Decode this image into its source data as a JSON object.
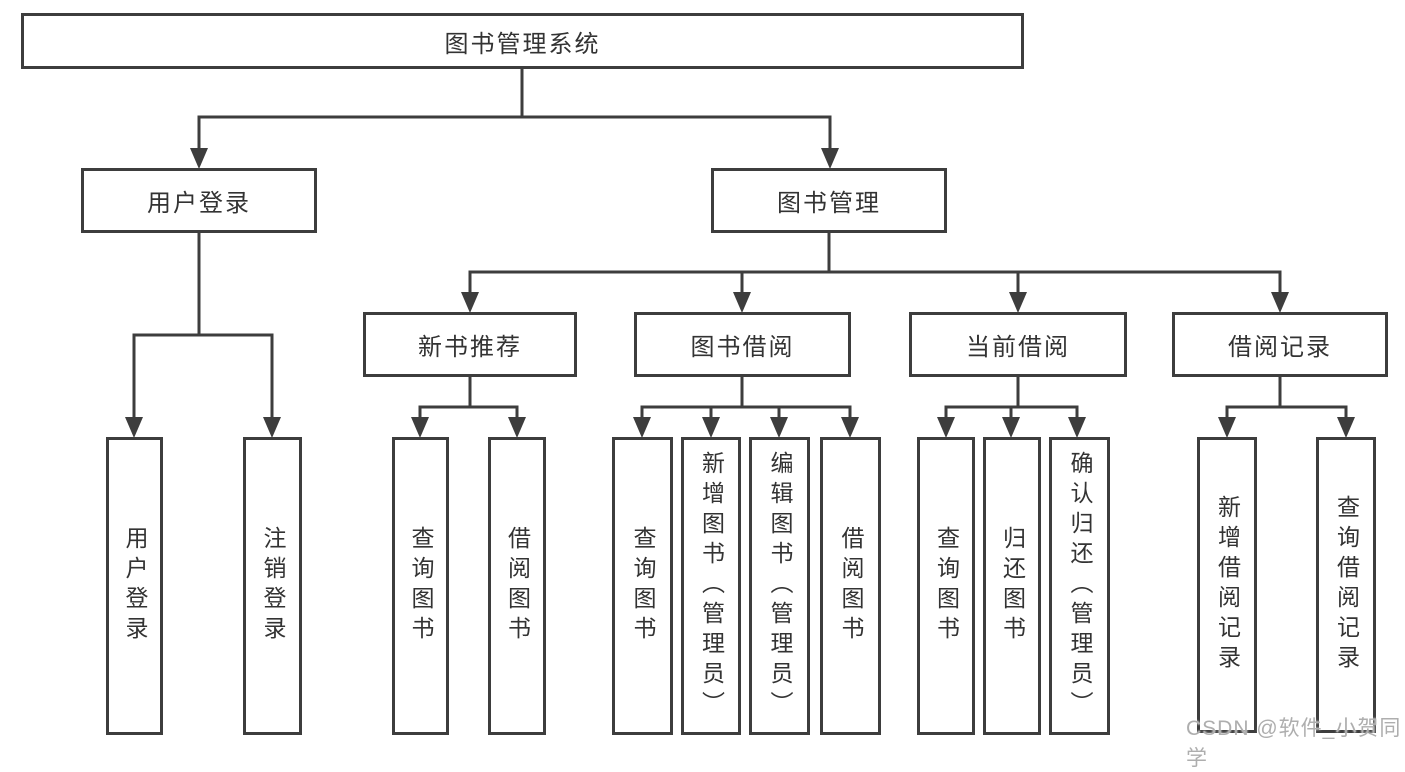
{
  "diagram": {
    "title": "图书管理系统",
    "type": "hierarchy-tree",
    "colors": {
      "line": "#3d3d3d",
      "text": "#333333",
      "background": "#ffffff",
      "watermark": "#aeaeae"
    },
    "nodes": {
      "root": "图书管理系统",
      "user_login": "用户登录",
      "book_mgmt": "图书管理",
      "new_book_rec": "新书推荐",
      "book_borrow": "图书借阅",
      "current_borrow": "当前借阅",
      "borrow_records": "借阅记录",
      "leaf_user_login": "用户登录",
      "leaf_logout": "注销登录",
      "leaf_query_book_rec": "查询图书",
      "leaf_borrow_book_rec": "借阅图书",
      "leaf_query_book_borrow": "查询图书",
      "leaf_add_book": "新增图书（管理员）",
      "leaf_edit_book": "编辑图书（管理员）",
      "leaf_borrow_book_borrow": "借阅图书",
      "leaf_query_book_current": "查询图书",
      "leaf_return_book": "归还图书",
      "leaf_confirm_return": "确认归还（管理员）",
      "leaf_add_borrow_record": "新增借阅记录",
      "leaf_query_borrow_record": "查询借阅记录"
    }
  },
  "watermark": {
    "text": "CSDN @软件_小贺同学"
  }
}
